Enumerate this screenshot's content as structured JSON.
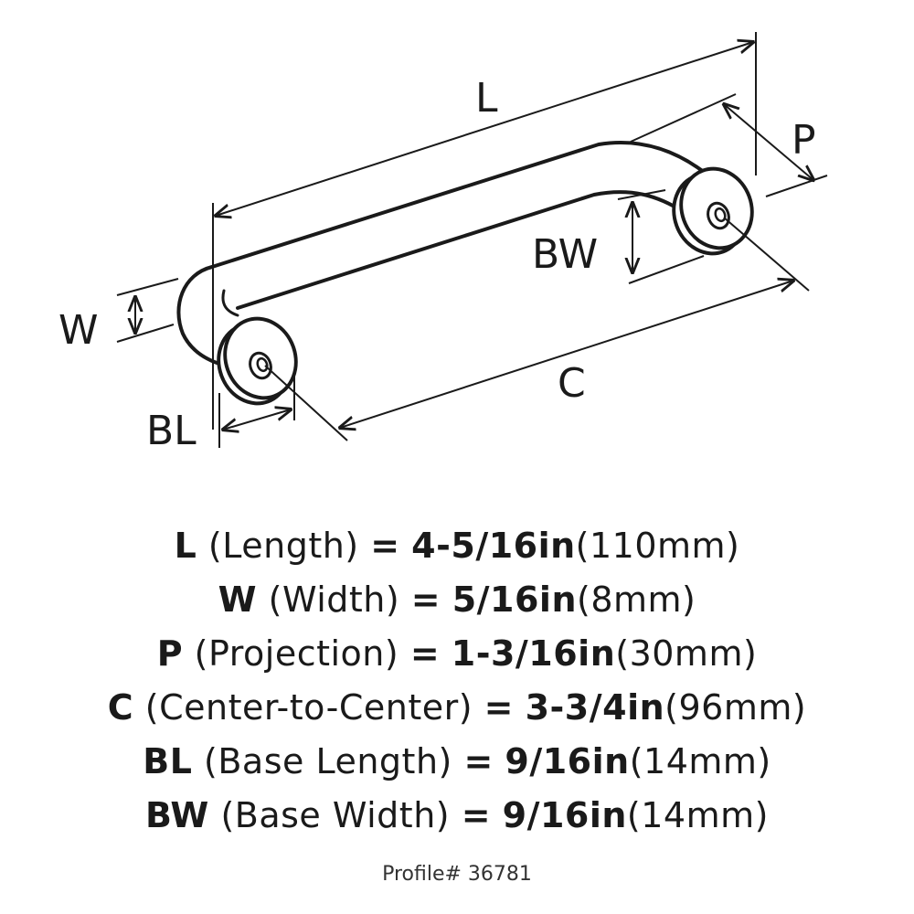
{
  "diagram": {
    "labels": {
      "L": "L",
      "P": "P",
      "BW": "BW",
      "W": "W",
      "C": "C",
      "BL": "BL"
    }
  },
  "dimensions": [
    {
      "code": "L",
      "name": "(Length)",
      "eq": "=",
      "imperial": "4-5/16in",
      "metric": "(110mm)"
    },
    {
      "code": "W",
      "name": "(Width)",
      "eq": "=",
      "imperial": "5/16in",
      "metric": "(8mm)"
    },
    {
      "code": "P",
      "name": "(Projection)",
      "eq": "=",
      "imperial": "1-3/16in",
      "metric": "(30mm)"
    },
    {
      "code": "C",
      "name": "(Center-to-Center)",
      "eq": "=",
      "imperial": "3-3/4in",
      "metric": "(96mm)"
    },
    {
      "code": "BL",
      "name": "(Base Length)",
      "eq": "=",
      "imperial": "9/16in",
      "metric": "(14mm)"
    },
    {
      "code": "BW",
      "name": "(Base Width)",
      "eq": "=",
      "imperial": "9/16in",
      "metric": "(14mm)"
    }
  ],
  "profile": "Profile# 36781"
}
